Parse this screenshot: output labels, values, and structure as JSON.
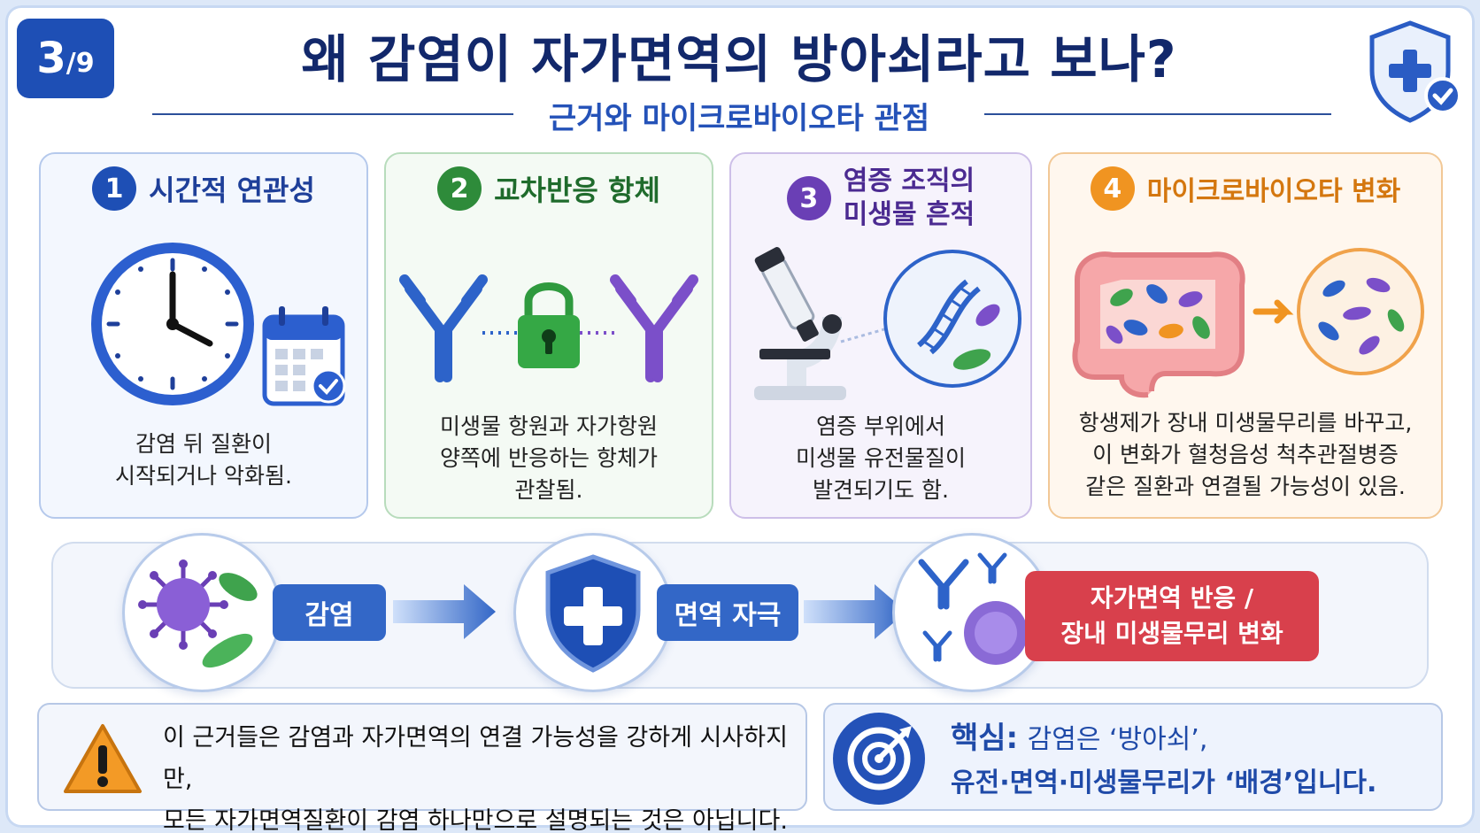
{
  "header": {
    "page_num": "3",
    "page_total": "/9",
    "title": "왜 감염이 자가면역의 방아쇠라고 보나?",
    "subtitle": "근거와 마이크로바이오타 관점"
  },
  "cards": [
    {
      "num": "1",
      "title": "시간적 연관성",
      "body": "감염 뒤 질환이\n시작되거나 악화됨.",
      "color": "#1e4fb5",
      "icon": "clock-calendar-icon"
    },
    {
      "num": "2",
      "title": "교차반응 항체",
      "body": "미생물 항원과 자가항원\n양쪽에 반응하는 항체가\n관찰됨.",
      "color": "#2e8b3a",
      "icon": "antibody-lock-icon"
    },
    {
      "num": "3",
      "title_line1": "염증 조직의",
      "title_line2": "미생물 흔적",
      "body": "염증 부위에서\n미생물 유전물질이\n발견되기도 함.",
      "color": "#6a3fb5",
      "icon": "microscope-dna-icon"
    },
    {
      "num": "4",
      "title": "마이크로바이오타 변화",
      "body": "항생제가 장내 미생물무리를 바꾸고,\n이 변화가 혈청음성 척추관절병증\n같은 질환과 연결될 가능성이 있음.",
      "color": "#f09421",
      "icon": "gut-microbiota-icon"
    }
  ],
  "flow": {
    "step1": "감염",
    "step2": "면역 자극",
    "result": "자가면역 반응 /\n장내 미생물무리 변화"
  },
  "notes": {
    "warning": "이 근거들은 감염과 자가면역의 연결 가능성을 강하게 시사하지만,\n모든 자가면역질환이 감염 하나만으로 설명되는 것은 아닙니다.",
    "key_label": "핵심:",
    "key_line1": "감염은 ‘방아쇠’,",
    "key_line2": "유전·면역·미생물무리가 ‘배경’입니다."
  }
}
